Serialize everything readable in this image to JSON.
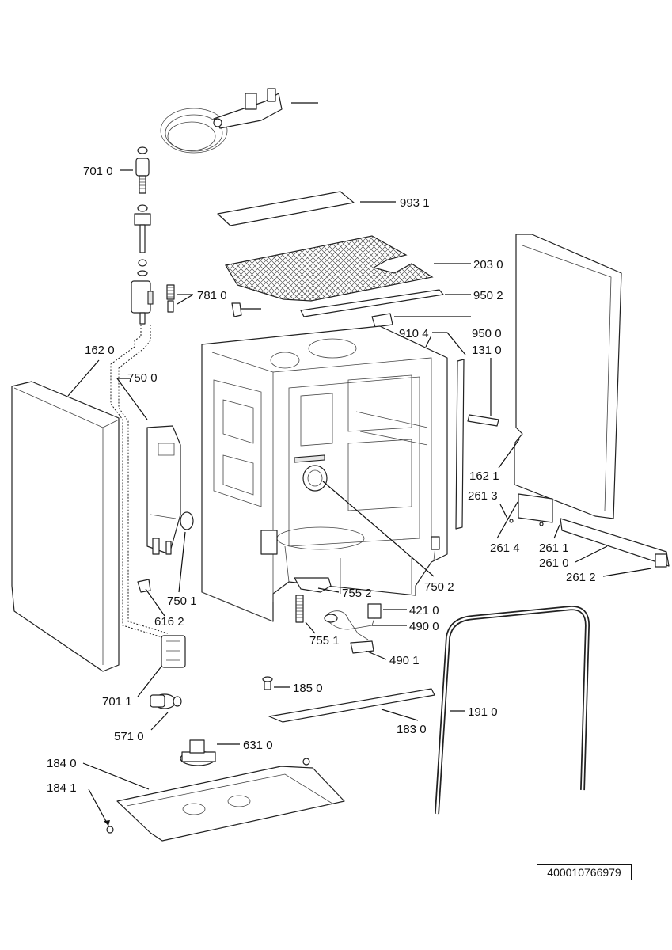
{
  "diagram": {
    "document_code": "400010766979",
    "part_labels": {
      "p701_0": "701 0",
      "p993_1": "993 1",
      "p203_0": "203 0",
      "p950_2": "950 2",
      "p781_0": "781 0",
      "p910_4": "910 4",
      "p950_0": "950 0",
      "p131_0": "131 0",
      "p162_0": "162 0",
      "p750_0": "750 0",
      "p162_1": "162 1",
      "p261_3": "261 3",
      "p261_4": "261 4",
      "p261_1": "261 1",
      "p261_0": "261 0",
      "p261_2": "261 2",
      "p750_2": "750 2",
      "p750_1": "750 1",
      "p755_2": "755 2",
      "p421_0": "421 0",
      "p490_0": "490 0",
      "p616_2": "616 2",
      "p755_1": "755 1",
      "p490_1": "490 1",
      "p185_0": "185 0",
      "p701_1": "701 1",
      "p191_0": "191 0",
      "p183_0": "183 0",
      "p571_0": "571 0",
      "p631_0": "631 0",
      "p184_0": "184 0",
      "p184_1": "184 1"
    }
  }
}
